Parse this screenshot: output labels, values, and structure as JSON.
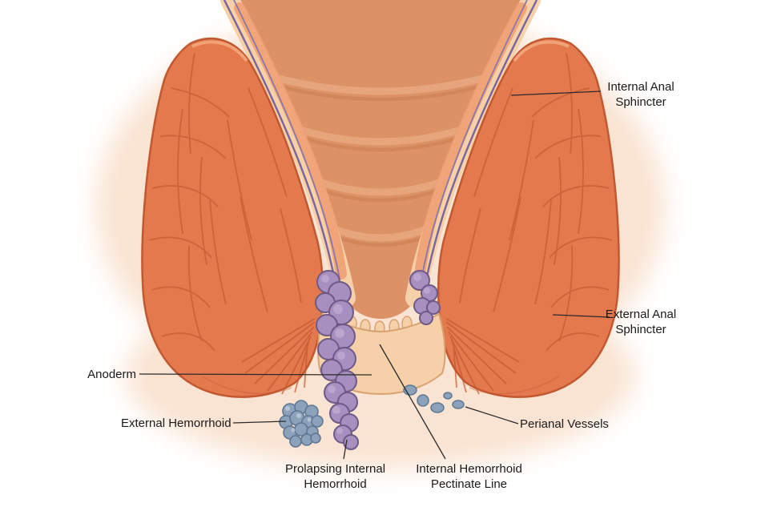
{
  "figure": {
    "labels": {
      "internal_anal_sphincter": "Internal Anal Sphincter",
      "external_anal_sphincter": "External Anal Sphincter",
      "anoderm": "Anoderm",
      "external_hemorrhoid": "External Hemorrhoid",
      "prolapsing_internal_hemorrhoid": "Prolapsing Internal Hemorrhoid",
      "internal_hemorrhoid": "Internal Hemorrhoid",
      "pectinate_line": "Pectinate Line",
      "perianal_vessels": "Perianal Vessels"
    },
    "colors": {
      "background": "#ffffff",
      "body_glow": "#f9e3d2",
      "muscle": "#e4794e",
      "muscle_shadow": "#c2582f",
      "muscle_highlight": "#f4ad82",
      "internal_sphincter": "#f0a173",
      "canal_interior": "#dd9166",
      "canal_fold_shadow": "#c87c4f",
      "canal_fold_highlight": "#edb38a",
      "lining_peach": "#f6d0a8",
      "lining_outline": "#d9a273",
      "vein_purple": "#7a649c",
      "vein_purple_light": "#8d77a8",
      "hemorrhoid_purple": "#a78fbf",
      "hemorrhoid_outline": "#6d5a87",
      "hemorrhoid_highlight": "#cab7db",
      "vessel_blue": "#8ba2ba",
      "vessel_outline": "#5e7793",
      "label_text": "#1a1a1a",
      "leader_line": "#2a2a2a"
    }
  }
}
